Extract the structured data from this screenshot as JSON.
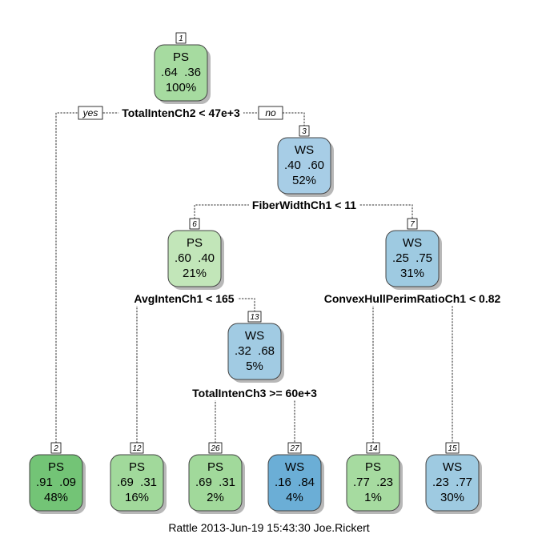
{
  "footer": "Rattle 2013-Jun-19 15:43:30 Joe.Rickert",
  "branch_labels": {
    "yes": "yes",
    "no": "no"
  },
  "colors": {
    "edge": "#555555",
    "shadow": "#b8b8b8",
    "border": "#444444"
  },
  "nodes": [
    {
      "id": "1",
      "cls": "PS",
      "probs": ".64  .36",
      "pct": "100%",
      "fill": "#a6dba0"
    },
    {
      "id": "3",
      "cls": "WS",
      "probs": ".40  .60",
      "pct": "52%",
      "fill": "#a7cde6"
    },
    {
      "id": "6",
      "cls": "PS",
      "probs": ".60  .40",
      "pct": "21%",
      "fill": "#c2e6b9"
    },
    {
      "id": "7",
      "cls": "WS",
      "probs": ".25  .75",
      "pct": "31%",
      "fill": "#9ecae1"
    },
    {
      "id": "13",
      "cls": "WS",
      "probs": ".32  .68",
      "pct": "5%",
      "fill": "#a1cbe3"
    },
    {
      "id": "2",
      "cls": "PS",
      "probs": ".91  .09",
      "pct": "48%",
      "fill": "#73c476"
    },
    {
      "id": "12",
      "cls": "PS",
      "probs": ".69  .31",
      "pct": "16%",
      "fill": "#a1d99b"
    },
    {
      "id": "26",
      "cls": "PS",
      "probs": ".69  .31",
      "pct": "2%",
      "fill": "#a1d99b"
    },
    {
      "id": "27",
      "cls": "WS",
      "probs": ".16  .84",
      "pct": "4%",
      "fill": "#6baed6"
    },
    {
      "id": "14",
      "cls": "PS",
      "probs": ".77  .23",
      "pct": "1%",
      "fill": "#a6dba0"
    },
    {
      "id": "15",
      "cls": "WS",
      "probs": ".23  .77",
      "pct": "30%",
      "fill": "#9ecae1"
    }
  ],
  "splits": [
    {
      "node": "1",
      "text": "TotalIntenCh2 < 47e+3"
    },
    {
      "node": "3",
      "text": "FiberWidthCh1 < 11"
    },
    {
      "node": "6",
      "text": "AvgIntenCh1 < 165"
    },
    {
      "node": "7",
      "text": "ConvexHullPerimRatioCh1 < 0.82"
    },
    {
      "node": "13",
      "text": "TotalIntenCh3 >= 60e+3"
    }
  ],
  "edges": [
    {
      "parent": "1",
      "left": "2",
      "right": "3"
    },
    {
      "parent": "3",
      "left": "6",
      "right": "7"
    },
    {
      "parent": "6",
      "left": "12",
      "right": "13"
    },
    {
      "parent": "13",
      "left": "26",
      "right": "27"
    },
    {
      "parent": "7",
      "left": "14",
      "right": "15"
    }
  ]
}
